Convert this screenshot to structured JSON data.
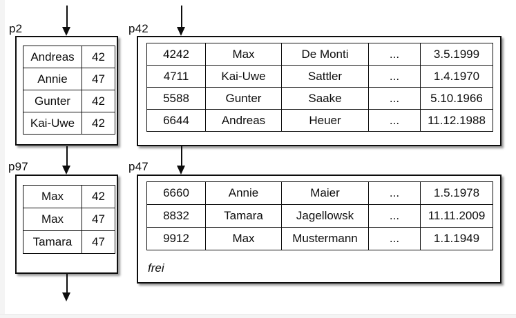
{
  "colors": {
    "stroke": "#0d0d0d",
    "background": "#ffffff",
    "page_edge": "#f4f4f4",
    "box_shadow": "rgba(0,0,0,0.40)"
  },
  "arrows": [
    "arrow-into-p2",
    "arrow-into-p42",
    "arrow-p2-to-p97",
    "arrow-p42-to-p47",
    "arrow-out-of-p97"
  ],
  "p2": {
    "label": "p2",
    "rows": [
      [
        "Andreas",
        "42"
      ],
      [
        "Annie",
        "47"
      ],
      [
        "Gunter",
        "42"
      ],
      [
        "Kai-Uwe",
        "42"
      ]
    ]
  },
  "p42": {
    "label": "p42",
    "rows": [
      [
        "4242",
        "Max",
        "De Monti",
        "...",
        "3.5.1999"
      ],
      [
        "4711",
        "Kai-Uwe",
        "Sattler",
        "...",
        "1.4.1970"
      ],
      [
        "5588",
        "Gunter",
        "Saake",
        "...",
        "5.10.1966"
      ],
      [
        "6644",
        "Andreas",
        "Heuer",
        "...",
        "11.12.1988"
      ]
    ]
  },
  "p97": {
    "label": "p97",
    "rows": [
      [
        "Max",
        "42"
      ],
      [
        "Max",
        "47"
      ],
      [
        "Tamara",
        "47"
      ]
    ]
  },
  "p47": {
    "label": "p47",
    "rows": [
      [
        "6660",
        "Annie",
        "Maier",
        "...",
        "1.5.1978"
      ],
      [
        "8832",
        "Tamara",
        "Jagellowsk",
        "...",
        "11.11.2009"
      ],
      [
        "9912",
        "Max",
        "Mustermann",
        "...",
        "1.1.1949"
      ]
    ],
    "free_label": "frei"
  }
}
